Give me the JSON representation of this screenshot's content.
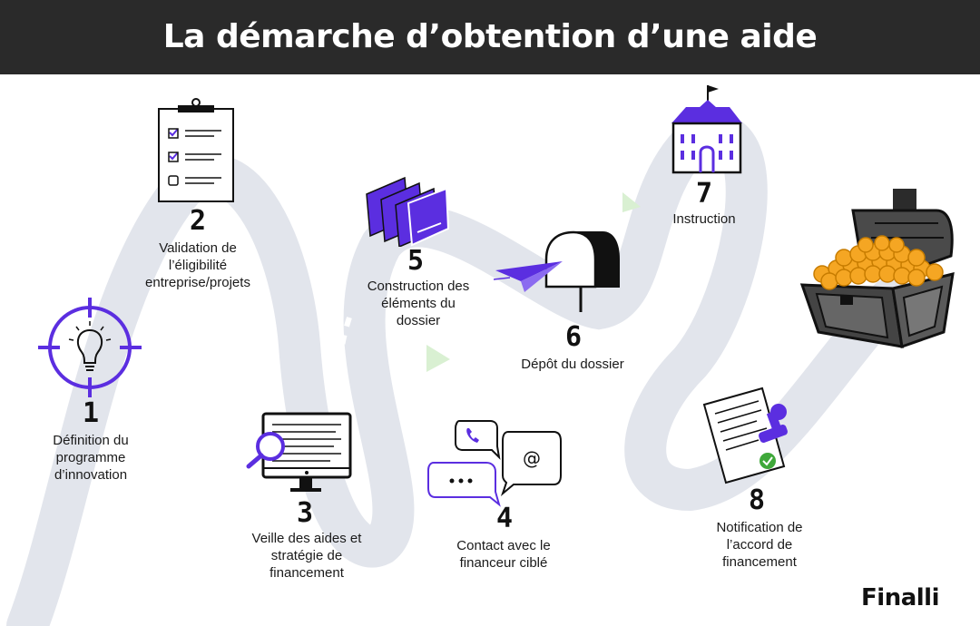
{
  "title": "La démarche d’obtention d’une aide",
  "brand": "Finalli",
  "colors": {
    "header": "#2a2a2a",
    "accent": "#5b2ee0",
    "road": "#e2e5ec",
    "road_marks": "#d9f0d2"
  },
  "steps": [
    {
      "number": "1",
      "label": [
        "Définition du",
        "programme",
        "d’innovation"
      ],
      "icon": "target-lightbulb-icon"
    },
    {
      "number": "2",
      "label": [
        "Validation de",
        "l’éligibilité",
        "entreprise/projets"
      ],
      "icon": "clipboard-checklist-icon"
    },
    {
      "number": "3",
      "label": [
        "Veille des aides et",
        "stratégie de",
        "financement"
      ],
      "icon": "monitor-magnifier-icon"
    },
    {
      "number": "4",
      "label": [
        "Contact avec le",
        "financeur ciblé"
      ],
      "icon": "chat-bubbles-icon"
    },
    {
      "number": "5",
      "label": [
        "Construction des",
        "éléments du",
        "dossier"
      ],
      "icon": "folders-icon"
    },
    {
      "number": "6",
      "label": [
        "Dépôt du dossier"
      ],
      "icon": "mailbox-paperplane-icon"
    },
    {
      "number": "7",
      "label": [
        "Instruction"
      ],
      "icon": "institution-building-icon"
    },
    {
      "number": "8",
      "label": [
        "Notification de",
        "l’accord de",
        "financement"
      ],
      "icon": "stamped-document-icon"
    }
  ],
  "finish_icon": "treasure-chest-icon"
}
